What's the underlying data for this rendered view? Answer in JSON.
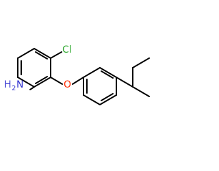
{
  "atoms": {
    "chlorine": {
      "label": "Cl",
      "color": "#33aa33"
    },
    "oxygen": {
      "label": "O",
      "color": "#ff2a00"
    },
    "amine": {
      "label": "H",
      "subscript": "2",
      "suffix": "N",
      "color": "#2f2fcf"
    }
  },
  "colors": {
    "bond": "#000000",
    "background": "#ffffff"
  }
}
